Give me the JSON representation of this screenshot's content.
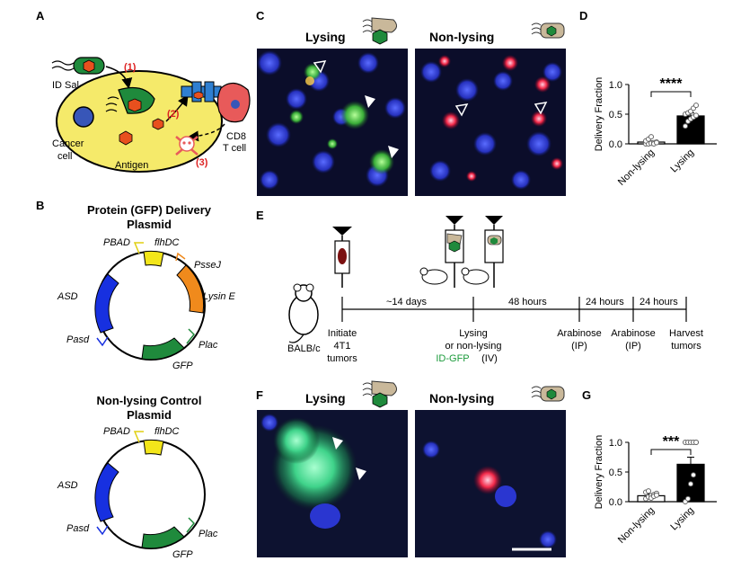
{
  "panel_labels": [
    "A",
    "B",
    "C",
    "D",
    "E",
    "F",
    "G"
  ],
  "panel_a": {
    "id_sal": "ID Sal",
    "step1": "(1)",
    "step2": "(2)",
    "step3": "(3)",
    "cancer_cell": [
      "Cancer",
      "cell"
    ],
    "antigen": "Antigen",
    "cd8": [
      "CD8",
      "T cell"
    ]
  },
  "panel_b": {
    "title1": [
      "Protein (GFP) Delivery",
      "Plasmid"
    ],
    "title2": [
      "Non-lysing Control",
      "Plasmid"
    ],
    "pbad": "PBAD",
    "flhdc": "flhDC",
    "pssej": "PsseJ",
    "lysin": "Lysin E",
    "asd": "ASD",
    "pasd": "Pasd",
    "plac": "Plac",
    "gfp": "GFP"
  },
  "panel_c": {
    "left_title": "Lysing",
    "right_title": "Non-lysing"
  },
  "panel_f": {
    "left_title": "Lysing",
    "right_title": "Non-lysing"
  },
  "panel_e": {
    "mouse": "BALB/c",
    "intervals": [
      "~14 days",
      "48 hours",
      "24 hours",
      "24 hours"
    ],
    "events": [
      [
        "Initiate",
        "4T1",
        "tumors"
      ],
      [
        "Lysing",
        "or non-lysing"
      ],
      [
        "Arabinose",
        "(IP)"
      ],
      [
        "Arabinose",
        "(IP)"
      ],
      [
        "Harvest",
        "tumors"
      ]
    ],
    "id_gfp": "ID-GFP",
    "iv": "(IV)",
    "gfp_color": "#1a9a3a"
  },
  "chart_data": [
    {
      "type": "bar",
      "panel": "D",
      "categories": [
        "Non-lysing",
        "Lysing"
      ],
      "values": [
        0.03,
        0.47
      ],
      "errors": [
        0.02,
        0.05
      ],
      "points": [
        [
          0.0,
          0.0,
          0.01,
          0.02,
          0.03,
          0.05,
          0.08,
          0.12,
          0.0,
          0.02
        ],
        [
          0.3,
          0.38,
          0.42,
          0.45,
          0.48,
          0.5,
          0.52,
          0.55,
          0.6,
          0.65
        ]
      ],
      "ylabel": "Delivery Fraction",
      "ylim": [
        0,
        1.0
      ],
      "yticks": [
        "0.0",
        "0.5",
        "1.0"
      ],
      "significance": "****"
    },
    {
      "type": "bar",
      "panel": "G",
      "categories": [
        "Non-lysing",
        "Lysing"
      ],
      "values": [
        0.1,
        0.63
      ],
      "errors": [
        0.03,
        0.12
      ],
      "points": [
        [
          0.05,
          0.08,
          0.1,
          0.12,
          0.14,
          0.16,
          0.18,
          0.06,
          0.09,
          0.11
        ],
        [
          0.0,
          0.05,
          0.3,
          0.45,
          1.0,
          1.0,
          1.0,
          1.0,
          1.0,
          1.0
        ]
      ],
      "ylabel": "Delivery Fraction",
      "ylim": [
        0,
        1.0
      ],
      "yticks": [
        "0.0",
        "0.5",
        "1.0"
      ],
      "significance": "***"
    }
  ],
  "colors": {
    "cell_yellow": "#f5ea6a",
    "bacteria_green": "#1f8a3c",
    "antigen_orange": "#e8501e",
    "receptor_blue": "#2f7fd1",
    "tcell_red": "#e85a5a",
    "plasmid_yellow": "#f3e61a",
    "plasmid_orange": "#f08a1c",
    "plasmid_blue": "#1730e0",
    "plasmid_green": "#1f8a3c",
    "micro_blue": "#1c2a9c"
  }
}
